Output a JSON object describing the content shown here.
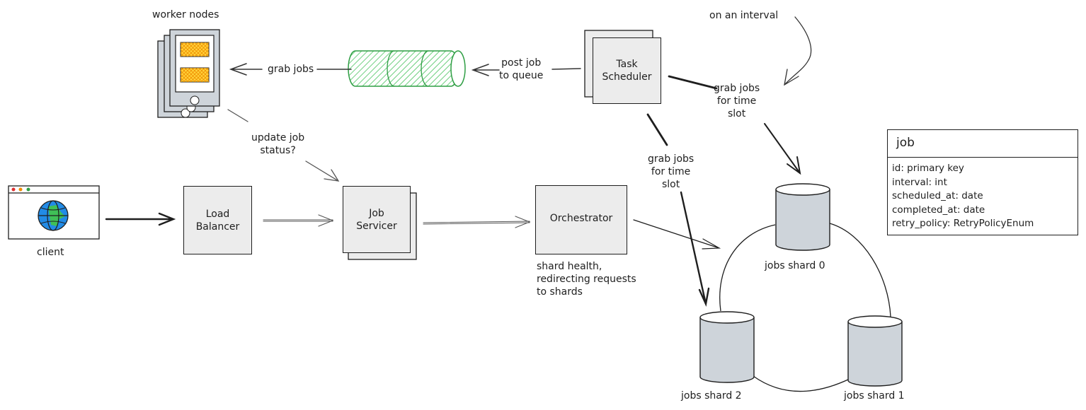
{
  "diagram": {
    "colors": {
      "stroke": "#1e1e1e",
      "box_fill": "#ececec",
      "db_fill": "#ced4da",
      "queue_stroke": "#2f9e44",
      "queue_hatch": "#40c057",
      "worker_fill": "#ced4da",
      "worker_slot_fill": "#ffd43b",
      "worker_slot_stroke": "#f08c00",
      "globe_fill": "#228be6",
      "globe_land": "#40c057"
    },
    "nodes": {
      "worker_nodes": {
        "label": "worker nodes"
      },
      "client": {
        "label": "client"
      },
      "load_balancer": {
        "label": "Load\nBalancer"
      },
      "job_servicer": {
        "label": "Job\nServicer"
      },
      "orchestrator": {
        "label": "Orchestrator",
        "note": "shard health,\nredirecting requests\nto shards"
      },
      "task_scheduler": {
        "label": "Task\nScheduler"
      },
      "queue": {
        "label": ""
      },
      "shards": [
        {
          "label": "jobs shard 0"
        },
        {
          "label": "jobs shard 1"
        },
        {
          "label": "jobs shard 2"
        }
      ]
    },
    "edges": {
      "grab_jobs": "grab jobs",
      "post_job": "post job\nto queue",
      "update_status": "update job\nstatus?",
      "grab_time_slot_right": "grab jobs\nfor time\nslot",
      "grab_time_slot_left": "grab jobs\nfor time\nslot",
      "on_interval": "on an interval"
    },
    "table": {
      "title": "job",
      "fields": [
        "id: primary key",
        "interval: int",
        "scheduled_at: date",
        "completed_at: date",
        "retry_policy: RetryPolicyEnum"
      ]
    }
  }
}
